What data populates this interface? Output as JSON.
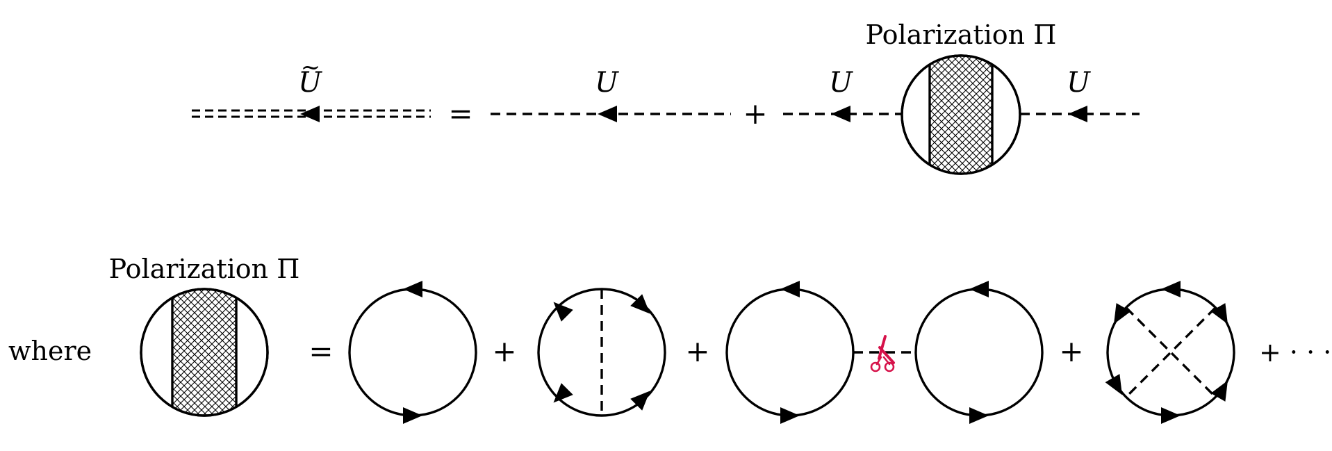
{
  "equation1": {
    "lhs_label": "U",
    "lhs_tilde": "~",
    "equals": "=",
    "bare_label": "U",
    "plus": "+",
    "left_label": "U",
    "right_label": "U",
    "blob_title": "Polarization Π"
  },
  "equation2": {
    "where": "where",
    "blob_title": "Polarization Π",
    "equals": "=",
    "plus_1": "+",
    "plus_2": "+",
    "plus_3": "+",
    "plus_more": "+ · · ·"
  },
  "colors": {
    "ink": "#000000",
    "scissors": "#d6124a",
    "background": "#ffffff"
  },
  "icons": {
    "cut_mark": "scissors-icon"
  }
}
